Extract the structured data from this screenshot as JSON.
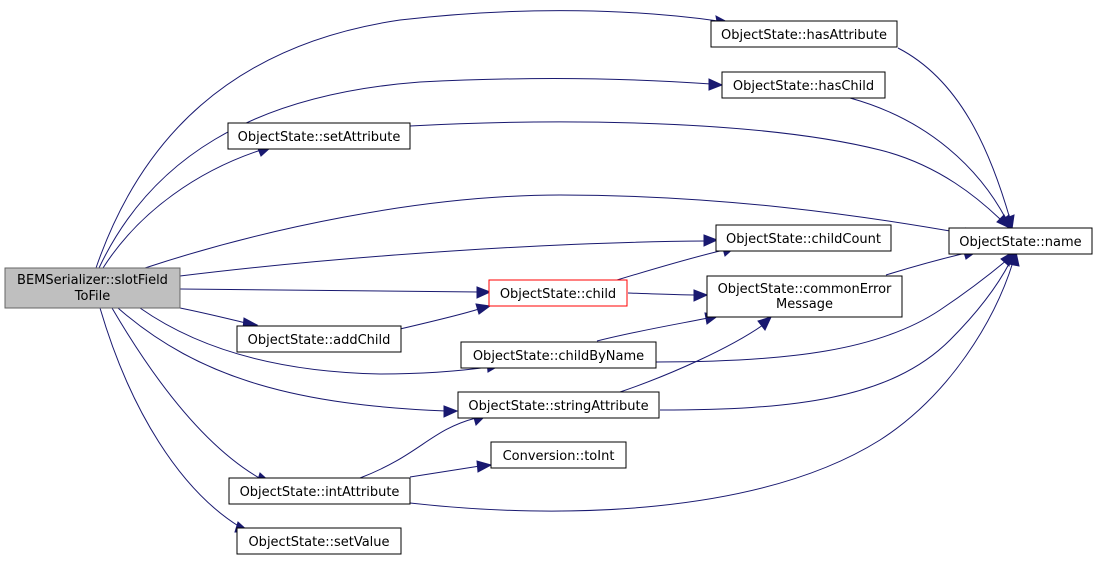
{
  "colors": {
    "edge": "#191970",
    "node_border": "#000000",
    "node_fill": "#ffffff",
    "root_fill": "#bfbfbf",
    "root_border": "#666666",
    "highlight_border": "#ff0000"
  },
  "nodes": {
    "root": {
      "lines": [
        "BEMSerializer::slotField",
        "ToFile"
      ],
      "style": "root"
    },
    "hasAttribute": {
      "lines": [
        "ObjectState::hasAttribute"
      ],
      "style": "normal"
    },
    "hasChild": {
      "lines": [
        "ObjectState::hasChild"
      ],
      "style": "normal"
    },
    "setAttribute": {
      "lines": [
        "ObjectState::setAttribute"
      ],
      "style": "normal"
    },
    "name": {
      "lines": [
        "ObjectState::name"
      ],
      "style": "normal"
    },
    "childCount": {
      "lines": [
        "ObjectState::childCount"
      ],
      "style": "normal"
    },
    "child": {
      "lines": [
        "ObjectState::child"
      ],
      "style": "highlight"
    },
    "commonError": {
      "lines": [
        "ObjectState::commonError",
        "Message"
      ],
      "style": "normal"
    },
    "addChild": {
      "lines": [
        "ObjectState::addChild"
      ],
      "style": "normal"
    },
    "childByName": {
      "lines": [
        "ObjectState::childByName"
      ],
      "style": "normal"
    },
    "stringAttribute": {
      "lines": [
        "ObjectState::stringAttribute"
      ],
      "style": "normal"
    },
    "toInt": {
      "lines": [
        "Conversion::toInt"
      ],
      "style": "normal"
    },
    "intAttribute": {
      "lines": [
        "ObjectState::intAttribute"
      ],
      "style": "normal"
    },
    "setValue": {
      "lines": [
        "ObjectState::setValue"
      ],
      "style": "normal"
    }
  },
  "edges": [
    [
      "root",
      "hasAttribute"
    ],
    [
      "root",
      "hasChild"
    ],
    [
      "root",
      "setAttribute"
    ],
    [
      "root",
      "name"
    ],
    [
      "root",
      "childCount"
    ],
    [
      "root",
      "child"
    ],
    [
      "root",
      "addChild"
    ],
    [
      "root",
      "childByName"
    ],
    [
      "root",
      "stringAttribute"
    ],
    [
      "root",
      "intAttribute"
    ],
    [
      "root",
      "setValue"
    ],
    [
      "hasAttribute",
      "name"
    ],
    [
      "hasChild",
      "name"
    ],
    [
      "setAttribute",
      "name"
    ],
    [
      "child",
      "childCount"
    ],
    [
      "child",
      "commonError"
    ],
    [
      "commonError",
      "name"
    ],
    [
      "addChild",
      "child"
    ],
    [
      "childByName",
      "commonError"
    ],
    [
      "childByName",
      "name"
    ],
    [
      "stringAttribute",
      "commonError"
    ],
    [
      "stringAttribute",
      "name"
    ],
    [
      "intAttribute",
      "stringAttribute"
    ],
    [
      "intAttribute",
      "toInt"
    ],
    [
      "intAttribute",
      "name"
    ]
  ]
}
